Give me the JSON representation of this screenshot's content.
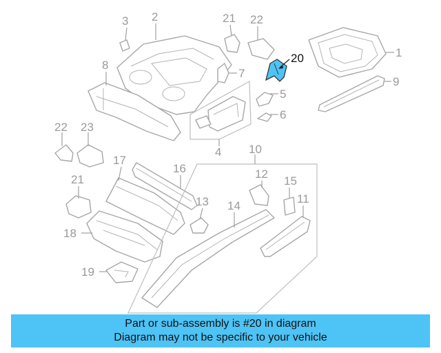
{
  "callouts": [
    "1",
    "2",
    "3",
    "4",
    "5",
    "6",
    "7",
    "8",
    "10",
    "11",
    "12",
    "13",
    "14",
    "15",
    "16",
    "17",
    "18",
    "19",
    "20",
    "21",
    "21",
    "22",
    "22",
    "23"
  ],
  "highlight": {
    "part_number": "20",
    "color": "#4ec3f5"
  },
  "banner": {
    "line1": "Part or sub-assembly is #20 in diagram",
    "line2": "Diagram may not be specific to your vehicle",
    "color": "#4ec3f5"
  },
  "labels": {
    "c1": "1",
    "c2": "2",
    "c3": "3",
    "c4": "4",
    "c5": "5",
    "c6": "6",
    "c7": "7",
    "c8": "8",
    "c9": "9",
    "c10": "10",
    "c11": "11",
    "c12": "12",
    "c13": "13",
    "c14": "14",
    "c15": "15",
    "c16": "16",
    "c17": "17",
    "c18": "18",
    "c19": "19",
    "c20": "20",
    "c21a": "21",
    "c21b": "21",
    "c22a": "22",
    "c22b": "22",
    "c23": "23"
  }
}
